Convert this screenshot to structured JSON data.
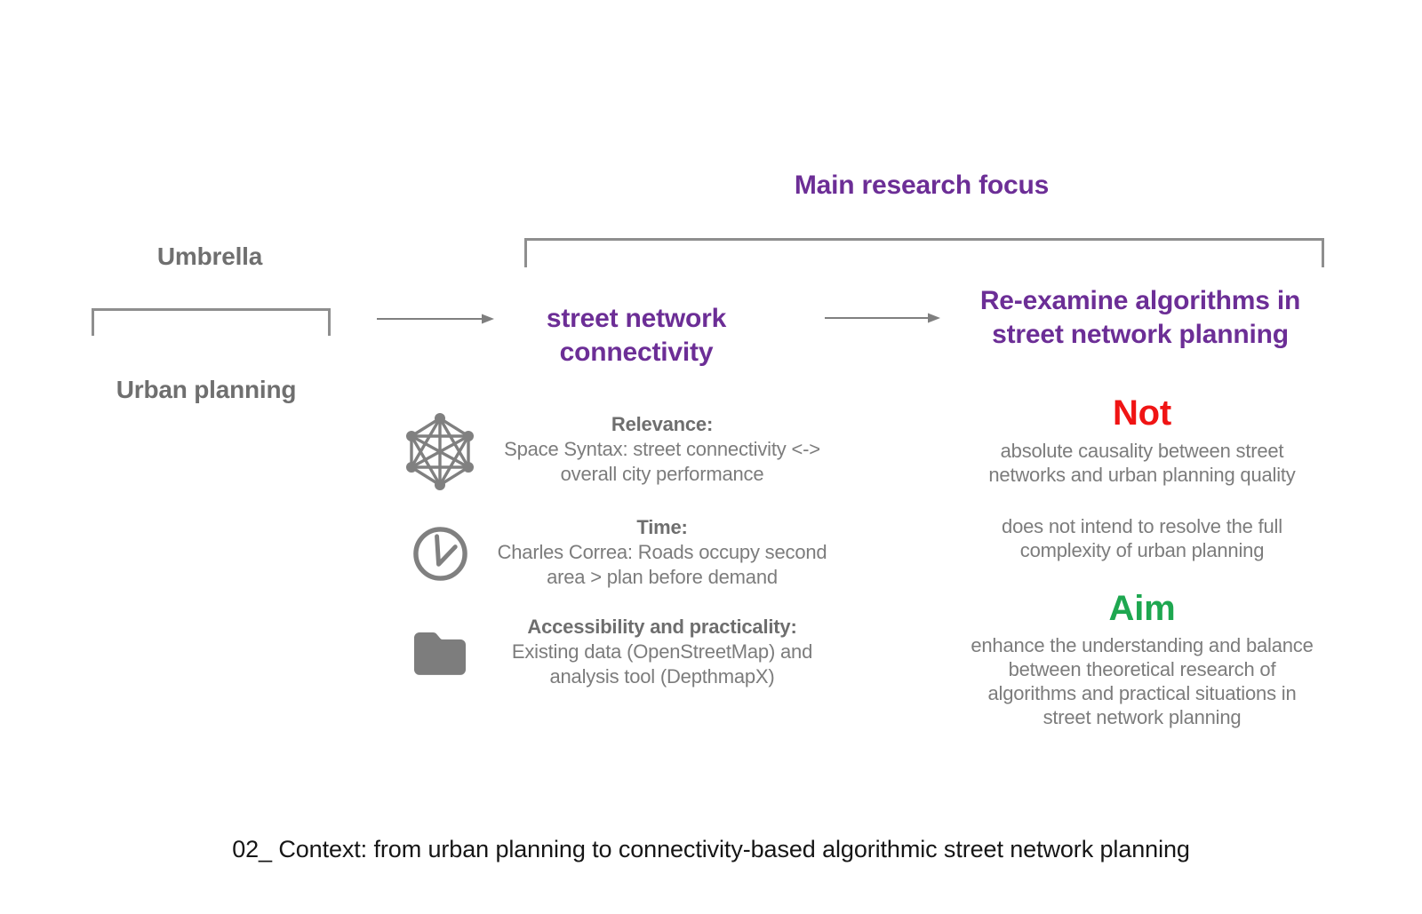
{
  "colors": {
    "purple": "#6C2E96",
    "red": "#F01414",
    "green": "#1EA750",
    "gray_text": "#7C7C7C",
    "gray_bold": "#6E6E6E",
    "gray_icon": "#808080",
    "line_gray": "#8E8E8E",
    "caption_black": "#161616",
    "background": "#FFFFFF"
  },
  "header": {
    "main_focus": "Main research focus"
  },
  "left": {
    "umbrella": "Umbrella",
    "urban_planning": "Urban planning"
  },
  "middle": {
    "heading_line1": "street network",
    "heading_line2": "connectivity",
    "factors": [
      {
        "icon": "network-graph-icon",
        "title": "Relevance:",
        "line1": "Space Syntax: street connectivity <->",
        "line2": "overall city performance"
      },
      {
        "icon": "clock-icon",
        "title": "Time:",
        "line1": "Charles Correa: Roads occupy second",
        "line2": "area > plan before demand"
      },
      {
        "icon": "folder-icon",
        "title": "Accessibility and practicality:",
        "line1": "Existing data (OpenStreetMap) and",
        "line2": "analysis tool (DepthmapX)"
      }
    ]
  },
  "right": {
    "heading_line1": "Re-examine algorithms in",
    "heading_line2": "street network planning",
    "not_label": "Not",
    "not_line1": "absolute causality between street",
    "not_line2": "networks and urban planning quality",
    "scope_line1": "does not intend to resolve the full",
    "scope_line2": "complexity of urban planning",
    "aim_label": "Aim",
    "aim_line1": "enhance the understanding and balance",
    "aim_line2": "between theoretical research of",
    "aim_line3": "algorithms and practical situations in",
    "aim_line4": "street network planning"
  },
  "footer": {
    "caption": "02_ Context: from urban planning to connectivity-based algorithmic street network planning"
  }
}
